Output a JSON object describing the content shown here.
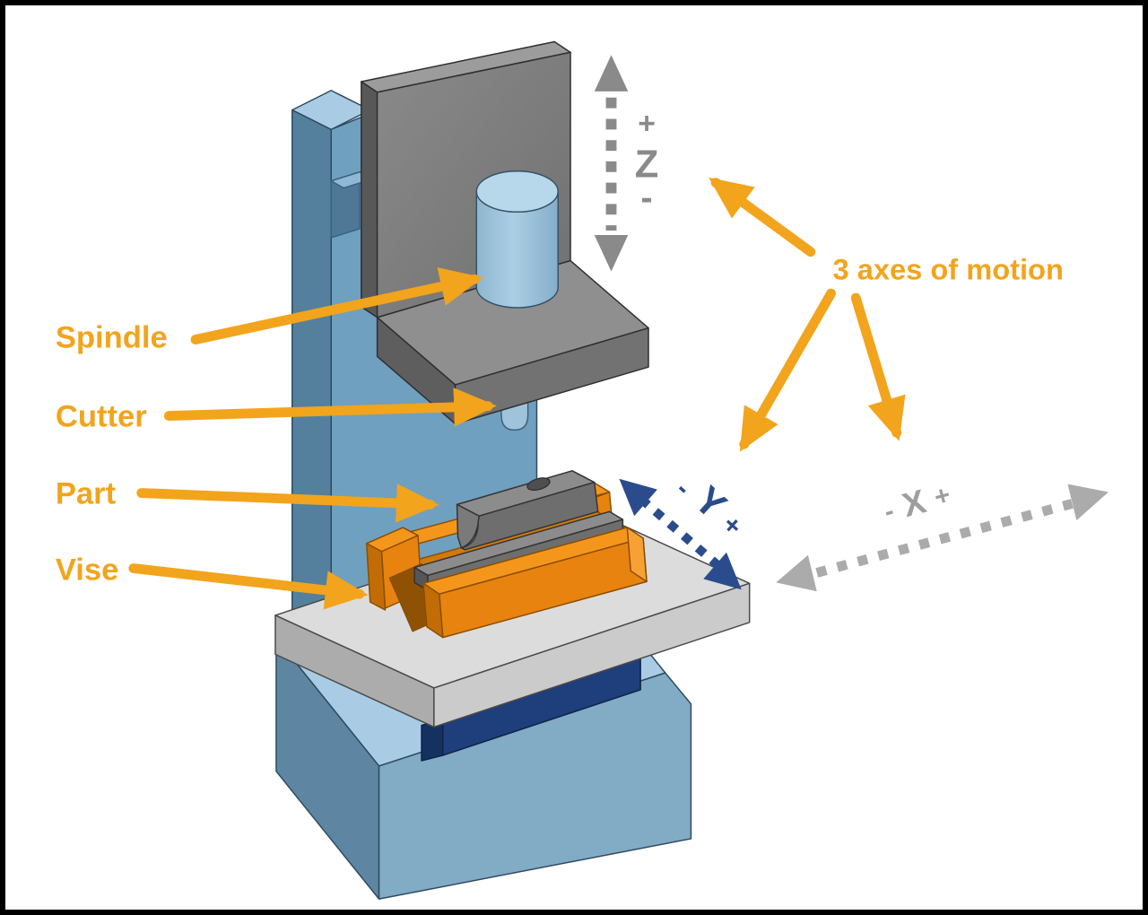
{
  "figure": {
    "type": "isometric diagram",
    "subject": "3-axis CNC milling machine",
    "caption": "3 axes of motion"
  },
  "callouts": {
    "spindle": "Spindle",
    "cutter": "Cutter",
    "part": "Part",
    "vise": "Vise"
  },
  "axis_labels": {
    "z": {
      "plus": "+",
      "letter": "Z",
      "minus": "-"
    },
    "y": {
      "minus": "-",
      "letter": "Y",
      "plus": "+"
    },
    "x": {
      "minus": "-",
      "letter": "X",
      "plus": "+"
    }
  },
  "colors": {
    "callout_orange": "#F2A41C",
    "z_axis_gray": "#8A8A8A",
    "x_axis_gray": "#ABABAB",
    "y_axis_navy": "#2B4C8C",
    "column_blue": "#6FA0BF",
    "column_dark_blue": "#54809E",
    "base_top_blue": "#A9CCE4",
    "base_left_blue": "#5E86A2",
    "base_right_blue": "#82ABC5",
    "spindle_blue": "#A9CCE4",
    "head_gray": "#7C7C7C",
    "table_gray": "#DCDCDC",
    "saddle_navy": "#1E3F7C",
    "vise_orange_top": "#F5961C",
    "vise_orange_front": "#E8830F",
    "vise_orange_dark": "#C26C06",
    "part_gray": "#8C8C8C",
    "background": "#FFFFFF",
    "border": "#000000"
  }
}
